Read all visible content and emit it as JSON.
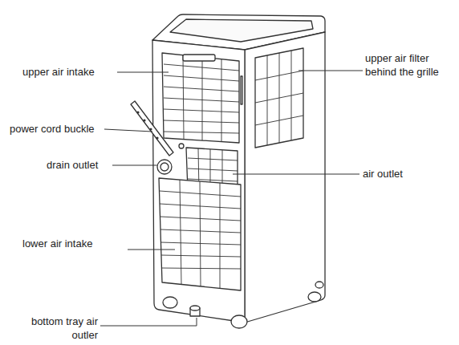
{
  "diagram": {
    "labels": [
      "upper air intake",
      "upper air filter behind the grille",
      "power cord buckle",
      "drain outlet",
      "air outlet",
      "lower air intake",
      "bottom tray air outler"
    ]
  }
}
